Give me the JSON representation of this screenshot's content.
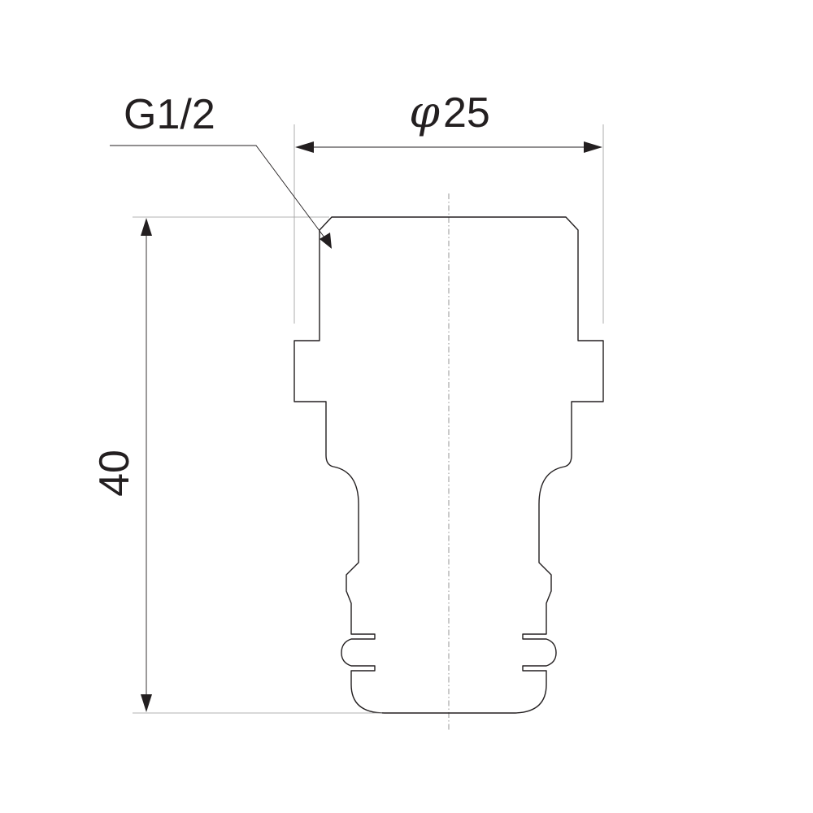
{
  "labels": {
    "thread_size": "G1/2",
    "diameter_symbol": "φ",
    "diameter_value": "25",
    "length_value": "40"
  },
  "colors": {
    "ink": "#231f20",
    "centerline": "#8a8a8a",
    "extension_line": "#9a9a9a",
    "background": "#ffffff"
  }
}
